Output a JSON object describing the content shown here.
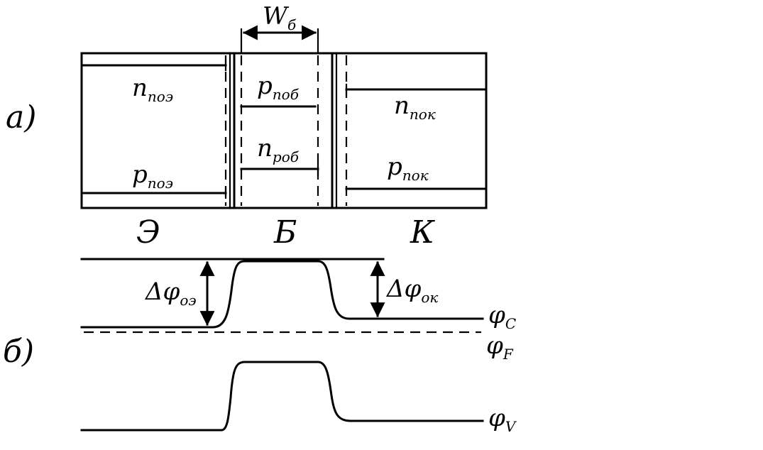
{
  "panel_a": {
    "label": "a)",
    "width_label": {
      "main": "W",
      "sub": "б"
    },
    "emitter": {
      "region": "Э",
      "n_label": {
        "main": "n",
        "sub": "пoэ"
      },
      "p_label": {
        "main": "p",
        "sub": "пoэ"
      }
    },
    "base": {
      "region": "Б",
      "p_label": {
        "main": "p",
        "sub": "пoб"
      },
      "n_label": {
        "main": "n",
        "sub": "poб"
      }
    },
    "collector": {
      "region": "К",
      "n_label": {
        "main": "n",
        "sub": "пoк"
      },
      "p_label": {
        "main": "p",
        "sub": "пoк"
      }
    }
  },
  "panel_b": {
    "label": "б)",
    "delta_e": {
      "main": "Δφ",
      "sub": "oэ"
    },
    "delta_k": {
      "main": "Δφ",
      "sub": "oк"
    },
    "phi_c": {
      "main": "φ",
      "sub": "C"
    },
    "phi_f": {
      "main": "φ",
      "sub": "F"
    },
    "phi_v": {
      "main": "φ",
      "sub": "V"
    }
  }
}
